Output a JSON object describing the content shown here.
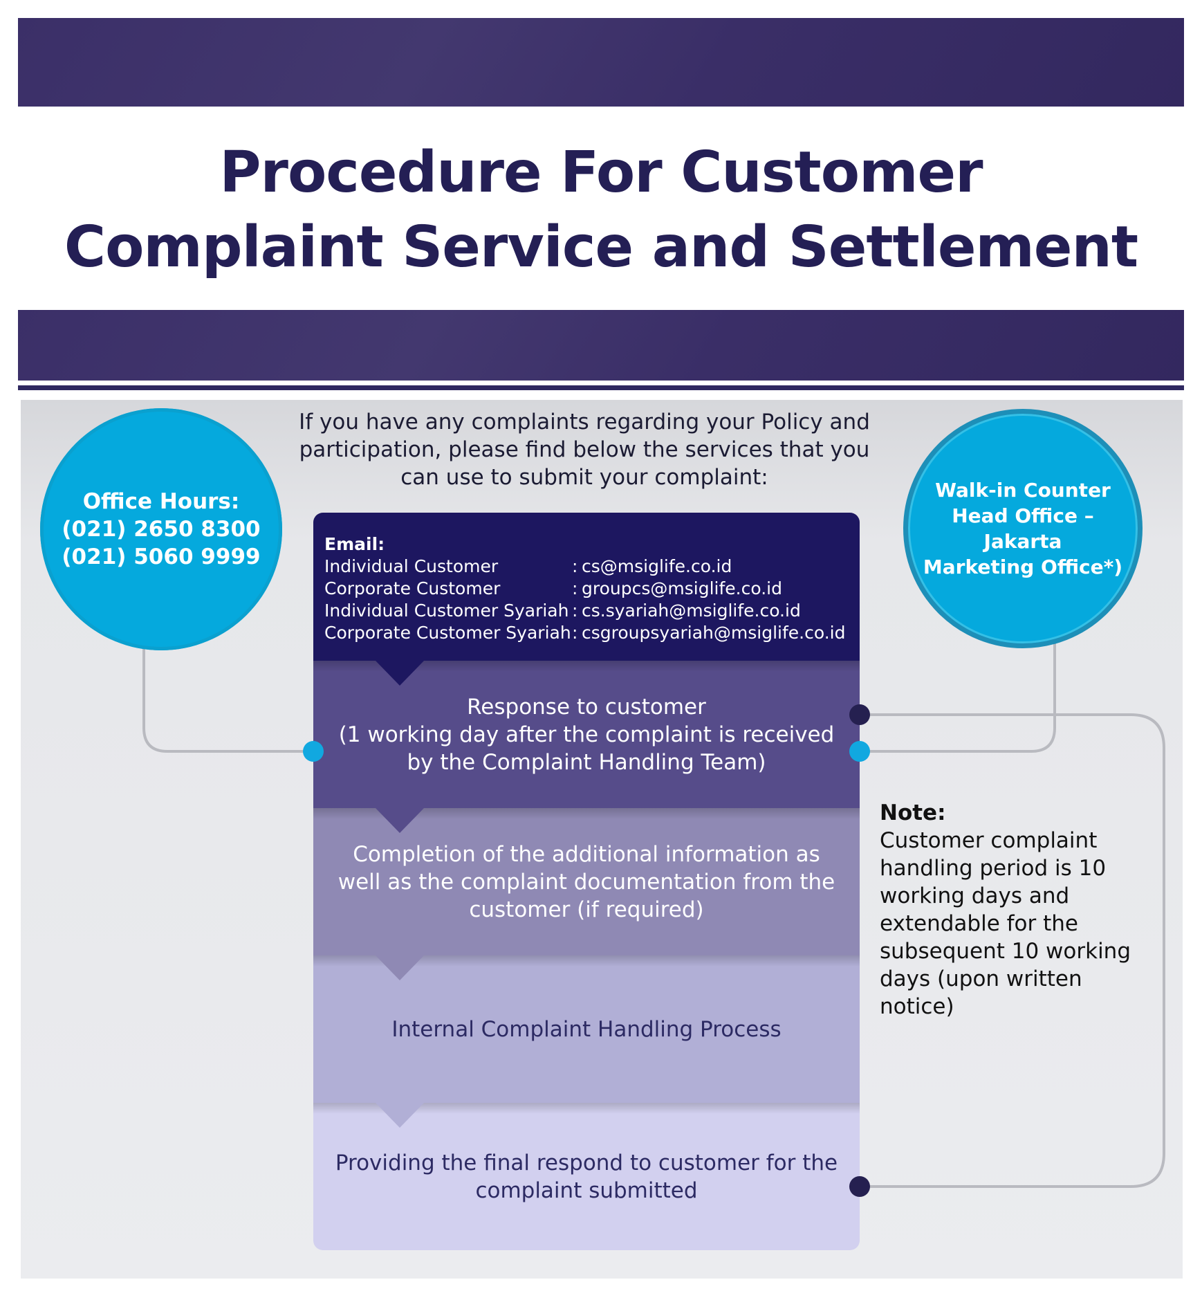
{
  "title": {
    "line1": "Procedure For Customer",
    "line2": "Complaint Service and Settlement"
  },
  "intro": {
    "line1": "If you have any complaints regarding your Policy and",
    "line2": "participation, please find below the services that you",
    "line3": "can use to submit your complaint:"
  },
  "office_hours": {
    "label": "Office Hours:",
    "phone1": "(021) 2650 8300",
    "phone2": "(021) 5060 9999"
  },
  "walk_in": {
    "line1": "Walk-in Counter",
    "line2": "Head Office – Jakarta",
    "line3": "Marketing Office*)"
  },
  "email": {
    "heading": "Email:",
    "rows": [
      {
        "label": "Individual Customer",
        "address": "cs@msiglife.co.id"
      },
      {
        "label": "Corporate Customer",
        "address": "groupcs@msiglife.co.id"
      },
      {
        "label": "Individual Customer Syariah",
        "address": "cs.syariah@msiglife.co.id"
      },
      {
        "label": "Corporate Customer Syariah",
        "address": "csgroupsyariah@msiglife.co.id"
      }
    ]
  },
  "steps": {
    "response": {
      "line1": "Response to customer",
      "line2": "(1 working day after the complaint is received",
      "line3": "by the Complaint Handling Team)"
    },
    "completion": {
      "line1": "Completion of the additional information as",
      "line2": "well as the complaint documentation from the",
      "line3": "customer (if required)"
    },
    "internal": {
      "line1": "Internal Complaint Handling Process"
    },
    "final": {
      "line1": "Providing the final respond to customer for the",
      "line2": "complaint submitted"
    }
  },
  "note": {
    "title": "Note:",
    "line1": "Customer complaint",
    "line2": "handling period is 10",
    "line3": "working days and",
    "line4": "extendable for the",
    "line5": "subsequent 10 working",
    "line6": "days (upon written",
    "line7": "notice)"
  },
  "colors": {
    "header_band": "#3b2f68",
    "title_text": "#241f55",
    "circle_fill": "#05a9dd",
    "step_email": "#1d1760",
    "step_response": "#564c8a",
    "step_completion": "#8f89b4",
    "step_internal": "#b1afd6",
    "step_final": "#d2d0ef",
    "connector_line": "#b9bac0",
    "dot_cyan": "#11a8e0",
    "dot_navy": "#252050"
  }
}
